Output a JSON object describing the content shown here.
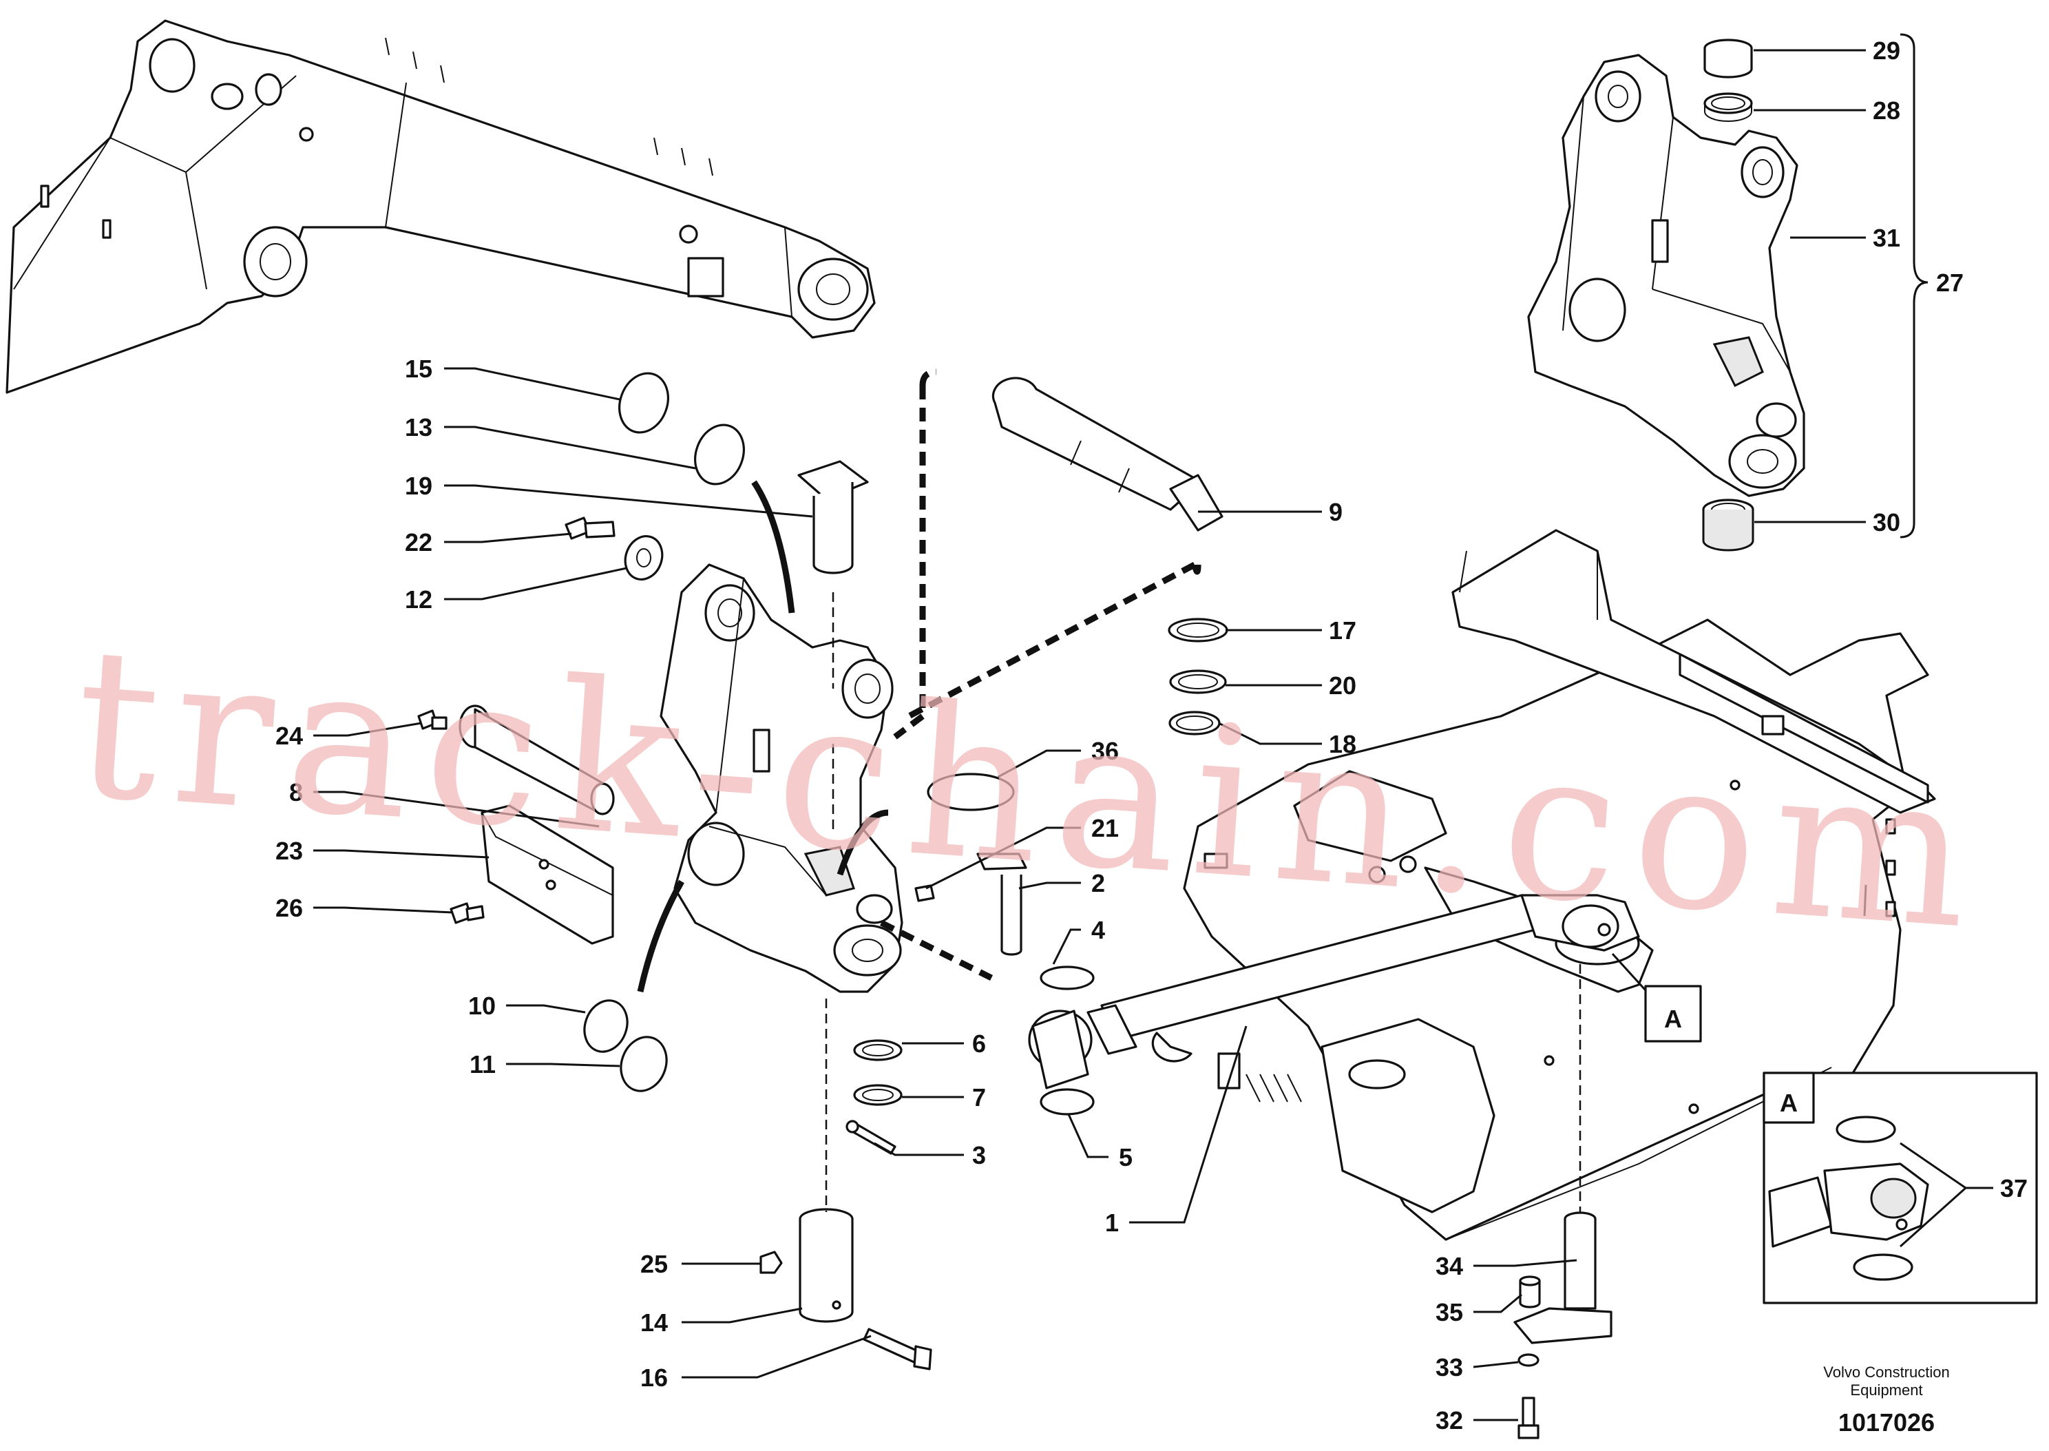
{
  "diagram": {
    "watermark": "track-chain.com",
    "publisher": [
      "Volvo Construction",
      "Equipment"
    ],
    "drawing_number": "1017026",
    "detail_label": "A",
    "callouts": {
      "n1": "1",
      "n2": "2",
      "n3": "3",
      "n4": "4",
      "n5": "5",
      "n6": "6",
      "n7": "7",
      "n8": "8",
      "n9": "9",
      "n10": "10",
      "n11": "11",
      "n12": "12",
      "n13": "13",
      "n14": "14",
      "n15": "15",
      "n16": "16",
      "n17": "17",
      "n18": "18",
      "n19": "19",
      "n20": "20",
      "n21": "21",
      "n22": "22",
      "n23": "23",
      "n24": "24",
      "n25": "25",
      "n26": "26",
      "n27": "27",
      "n28": "28",
      "n29": "29",
      "n30": "30",
      "n31": "31",
      "n32": "32",
      "n33": "33",
      "n34": "34",
      "n35": "35",
      "n36": "36",
      "n37": "37"
    }
  }
}
